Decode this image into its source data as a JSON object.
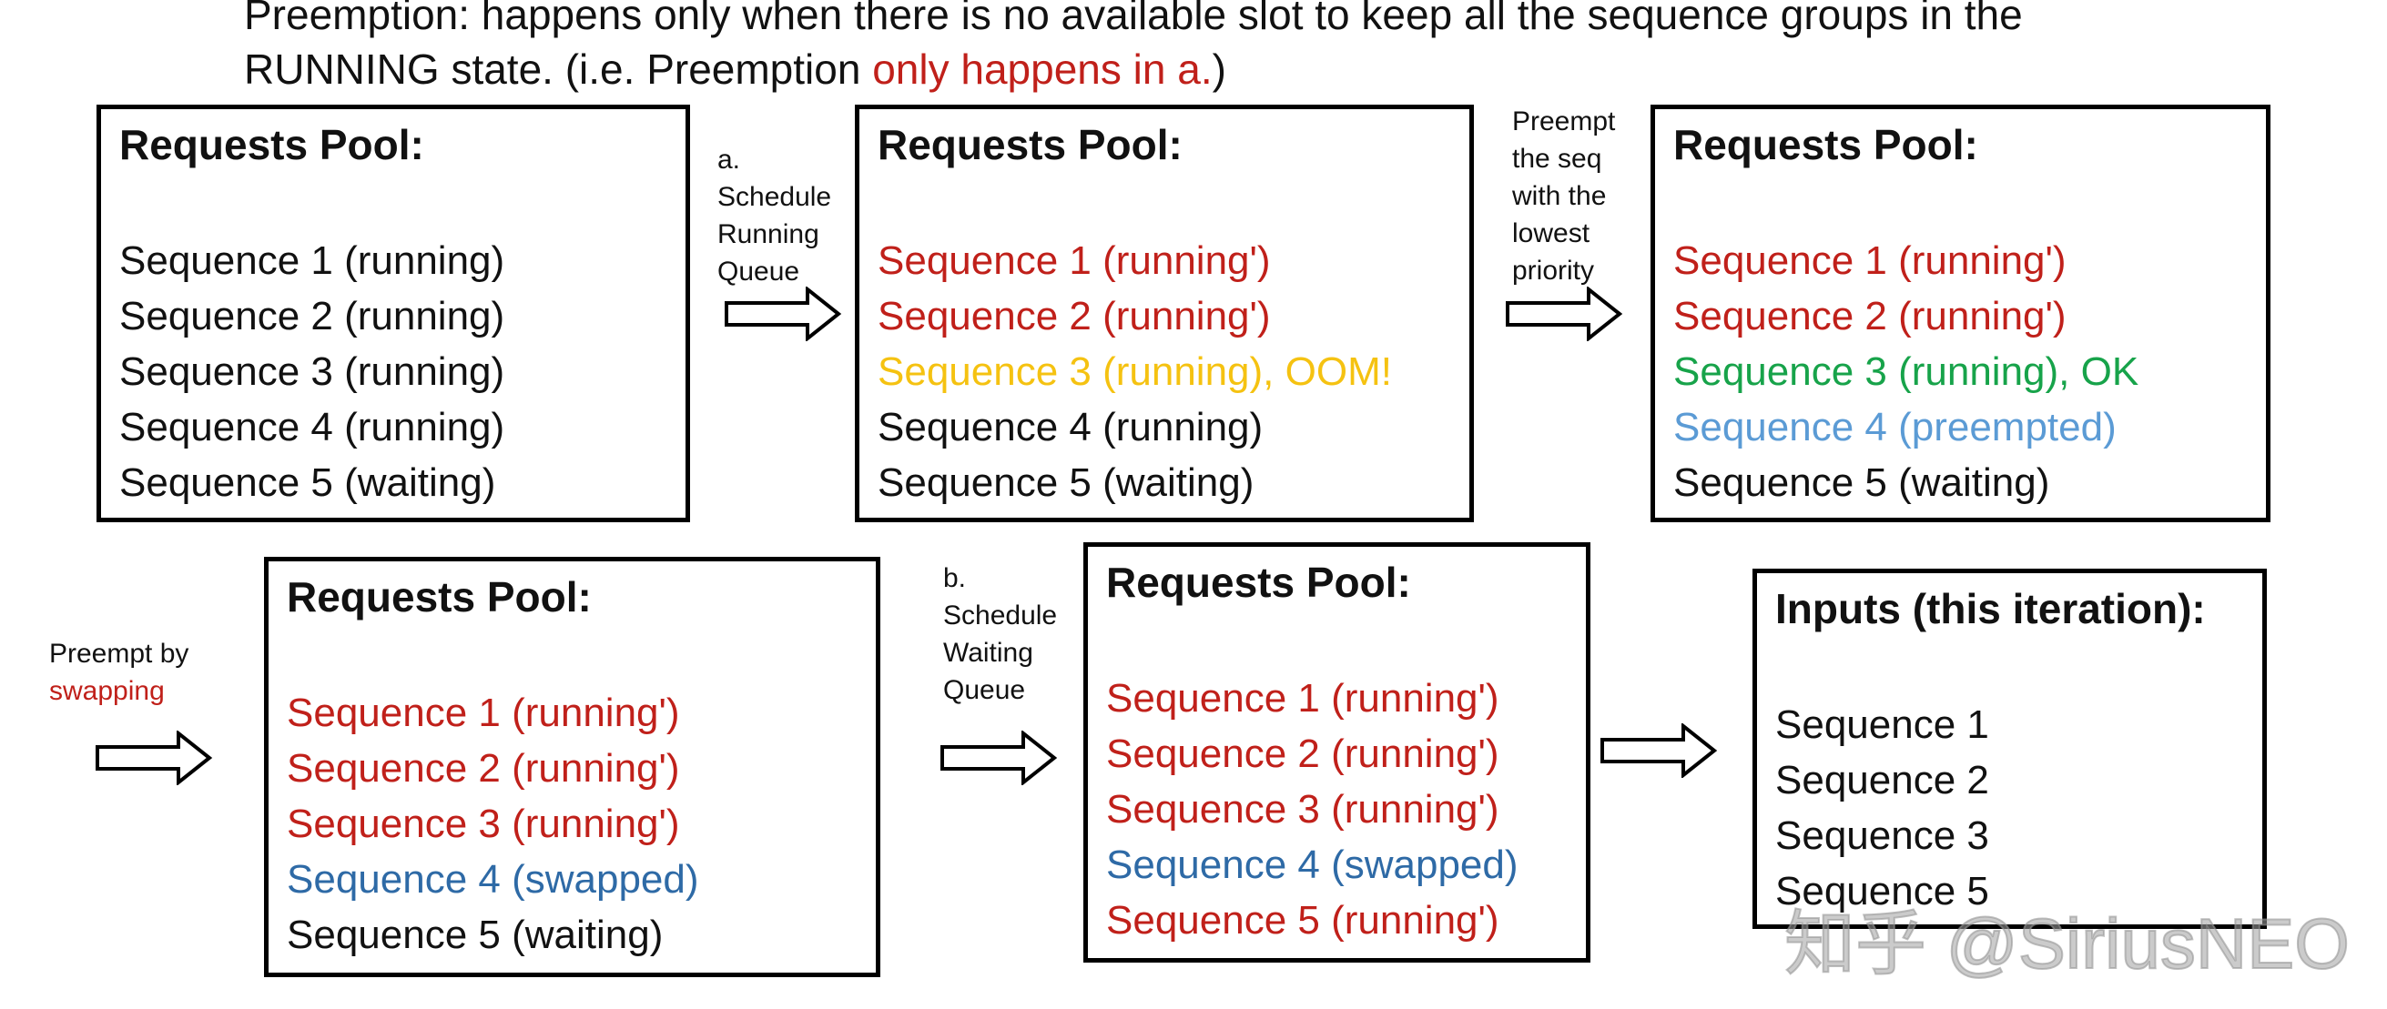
{
  "caption": {
    "line1": "Preemption: happens only when there is no available slot to keep all the sequence groups in the",
    "line2_prefix": "RUNNING state. (i.e. Preemption ",
    "line2_highlight": "only happens in a.",
    "line2_suffix": ")"
  },
  "boxes": [
    {
      "title": "Requests Pool:",
      "lines": [
        {
          "text": "Sequence 1 (running)",
          "color": "#111111"
        },
        {
          "text": "Sequence 2 (running)",
          "color": "#111111"
        },
        {
          "text": "Sequence 3 (running)",
          "color": "#111111"
        },
        {
          "text": "Sequence 4 (running)",
          "color": "#111111"
        },
        {
          "text": "Sequence 5 (waiting)",
          "color": "#111111"
        }
      ]
    },
    {
      "title": "Requests Pool:",
      "lines": [
        {
          "text": "Sequence 1 (running')",
          "color": "#c0201a"
        },
        {
          "text": "Sequence 2 (running')",
          "color": "#c0201a"
        },
        {
          "text": "Sequence 3 (running), OOM!",
          "color": "#f5c211"
        },
        {
          "text": "Sequence 4 (running)",
          "color": "#111111"
        },
        {
          "text": "Sequence 5 (waiting)",
          "color": "#111111"
        }
      ]
    },
    {
      "title": "Requests Pool:",
      "lines": [
        {
          "text": "Sequence 1 (running')",
          "color": "#c0201a"
        },
        {
          "text": "Sequence 2 (running')",
          "color": "#c0201a"
        },
        {
          "text": "Sequence 3 (running), OK",
          "color": "#17a34a"
        },
        {
          "text": "Sequence 4 (preempted)",
          "color": "#5b9bd5"
        },
        {
          "text": "Sequence 5 (waiting)",
          "color": "#111111"
        }
      ]
    },
    {
      "title": "Requests Pool:",
      "lines": [
        {
          "text": "Sequence 1 (running')",
          "color": "#c0201a"
        },
        {
          "text": "Sequence 2 (running')",
          "color": "#c0201a"
        },
        {
          "text": "Sequence 3 (running')",
          "color": "#c0201a"
        },
        {
          "text": "Sequence 4 (swapped)",
          "color": "#2e6aa6"
        },
        {
          "text": "Sequence 5 (waiting)",
          "color": "#111111"
        }
      ]
    },
    {
      "title": "Requests Pool:",
      "lines": [
        {
          "text": "Sequence 1 (running')",
          "color": "#c0201a"
        },
        {
          "text": "Sequence 2 (running')",
          "color": "#c0201a"
        },
        {
          "text": "Sequence 3 (running')",
          "color": "#c0201a"
        },
        {
          "text": "Sequence 4 (swapped)",
          "color": "#2e6aa6"
        },
        {
          "text": "Sequence 5 (running')",
          "color": "#c0201a"
        }
      ]
    },
    {
      "title": "Inputs (this iteration):",
      "lines": [
        {
          "text": "Sequence 1",
          "color": "#111111"
        },
        {
          "text": "Sequence 2",
          "color": "#111111"
        },
        {
          "text": "Sequence 3",
          "color": "#111111"
        },
        {
          "text": "Sequence 5",
          "color": "#111111"
        }
      ]
    }
  ],
  "steps": {
    "schedule_running": [
      "a.",
      "Schedule",
      "Running",
      "Queue"
    ],
    "preempt_lowest": [
      "Preempt",
      "the seq",
      "with the",
      "lowest",
      "priority"
    ],
    "preempt_swapping": {
      "line1": "Preempt by",
      "line2": "swapping"
    },
    "schedule_waiting": [
      "b.",
      "Schedule",
      "Waiting",
      "Queue"
    ]
  },
  "watermark": "知乎 @SiriusNEO"
}
